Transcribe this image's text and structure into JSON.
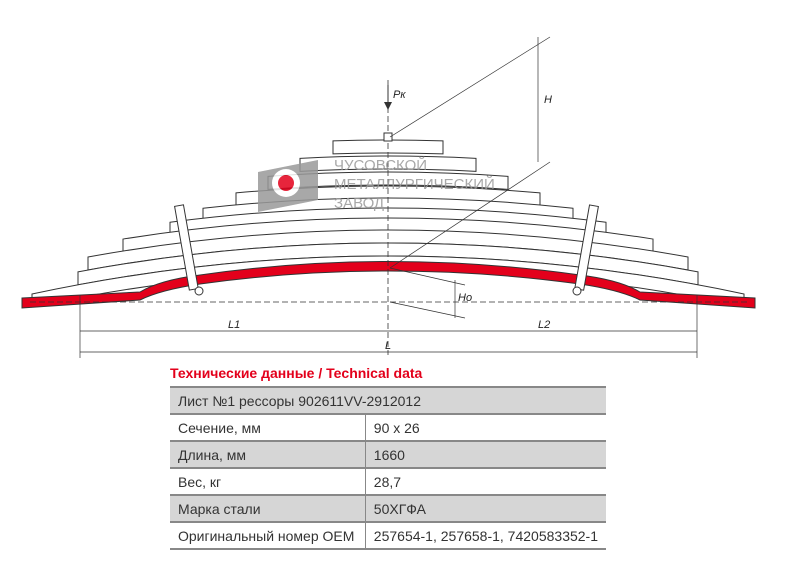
{
  "drawing": {
    "labels": {
      "load": "Pк",
      "height": "H",
      "height0": "Ho",
      "l1": "L1",
      "l2": "L2",
      "l": "L"
    },
    "watermark": {
      "line1": "ЧУСОВСКОЙ",
      "line2": "МЕТАЛЛУРГИЧЕСКИЙ",
      "line3": "ЗАВОД"
    },
    "colors": {
      "main_leaf": "#e3001b",
      "accent": "#e3001b"
    }
  },
  "section_title": "Технические данные / Technical data",
  "table": {
    "header": "Лист №1 рессоры 902611VV-2912012",
    "rows": [
      {
        "label": "Сечение, мм",
        "value": "90 x 26"
      },
      {
        "label": "Длина, мм",
        "value": "1660"
      },
      {
        "label": "Вес, кг",
        "value": "28,7"
      },
      {
        "label": "Марка стали",
        "value": "50ХГФА"
      },
      {
        "label": "Оригинальный номер OEM",
        "value": "257654-1, 257658-1, 7420583352-1"
      }
    ]
  }
}
